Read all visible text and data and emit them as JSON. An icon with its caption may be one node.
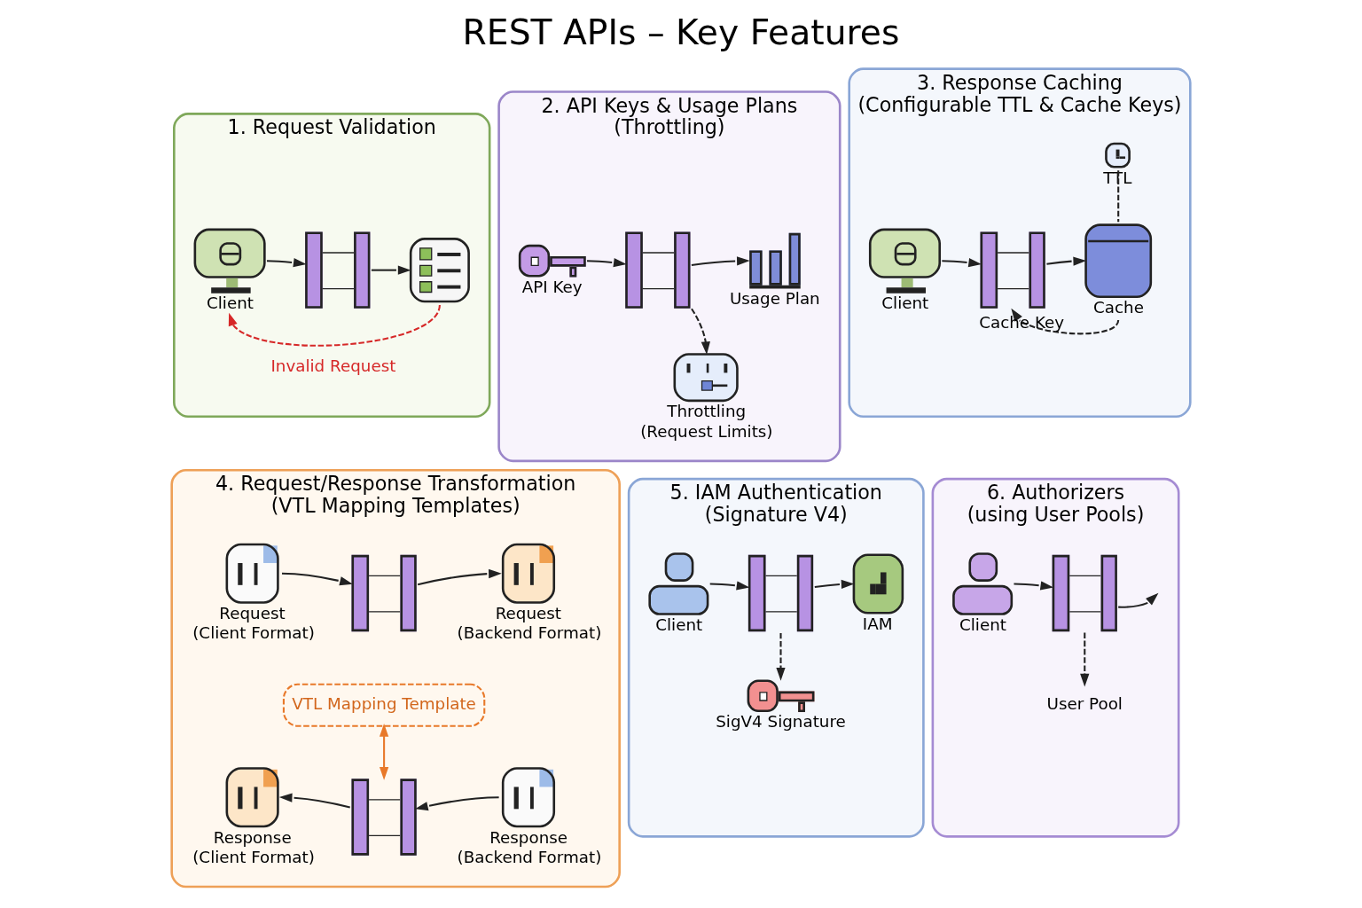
{
  "diagram": {
    "title": "REST APIs – Key Features",
    "nodes": [
      {
        "text": [
          "1. Request Validation"
        ]
      },
      {
        "text": [],
        "shape": "picture",
        "beside": [
          "Client"
        ],
        "in": 0
      },
      {
        "text": [],
        "shape": "picture",
        "in": 0
      },
      {
        "text": [],
        "shape": "picture",
        "in": 0
      },
      {
        "text": [
          "2. API Keys & Usage Plans",
          "(Throttling)"
        ]
      },
      {
        "text": [],
        "shape": "picture",
        "beside": [
          "API Key"
        ],
        "in": 4
      },
      {
        "text": [],
        "shape": "picture",
        "in": 4
      },
      {
        "text": [],
        "shape": "picture",
        "beside": [
          "Usage Plan"
        ],
        "in": 4
      },
      {
        "text": [],
        "shape": "picture",
        "beside": [
          "Throttling",
          "(Request Limits)"
        ],
        "in": 4
      },
      {
        "text": [
          "3. Response Caching",
          "(Configurable TTL & Cache Keys)"
        ]
      },
      {
        "text": [],
        "shape": "picture",
        "beside": [
          "Client"
        ],
        "in": 9
      },
      {
        "text": [],
        "shape": "picture",
        "in": 9
      },
      {
        "text": [],
        "shape": "picture",
        "beside": [
          "TTL"
        ],
        "in": 9
      },
      {
        "text": [],
        "shape": "cylinder",
        "beside": [
          "Cache"
        ],
        "in": 9
      },
      {
        "text": [
          "4. Request/Response Transformation",
          "(VTL Mapping Templates)"
        ]
      },
      {
        "text": [],
        "shape": "picture",
        "beside": [
          "Request",
          "(Client Format)"
        ],
        "in": 14
      },
      {
        "text": [],
        "shape": "picture",
        "in": 14
      },
      {
        "text": [],
        "shape": "picture",
        "beside": [
          "Request",
          "(Backend Format)"
        ],
        "in": 14
      },
      {
        "text": [
          "VTL Mapping Template"
        ],
        "in": 14
      },
      {
        "text": [],
        "shape": "picture",
        "beside": [
          "Response",
          "(Client Format)"
        ],
        "in": 14
      },
      {
        "text": [],
        "shape": "picture",
        "in": 14
      },
      {
        "text": [],
        "shape": "picture",
        "beside": [
          "Response",
          "(Backend Format)"
        ],
        "in": 14
      },
      {
        "text": [
          "5. IAM Authentication",
          "(Signature V4)"
        ]
      },
      {
        "text": [],
        "shape": "person",
        "beside": [
          "Client"
        ],
        "in": 22
      },
      {
        "text": [],
        "shape": "picture",
        "in": 22
      },
      {
        "text": [],
        "shape": "picture",
        "beside": [
          "IAM"
        ],
        "in": 22
      },
      {
        "text": [],
        "shape": "picture",
        "beside": [
          "SigV4 Signature"
        ],
        "in": 22
      },
      {
        "text": [
          "6. Authorizers",
          "(using User Pools)"
        ]
      },
      {
        "text": [],
        "shape": "person",
        "beside": [
          "Client"
        ],
        "in": 27
      },
      {
        "text": [],
        "shape": "picture",
        "in": 27
      },
      {
        "text": [
          "User Pool"
        ],
        "in": 27
      }
    ],
    "edges": [
      {
        "from": 1,
        "to": 2,
        "arrow": "to"
      },
      {
        "from": 2,
        "to": 3,
        "arrow": "to"
      },
      {
        "from": 3,
        "to": 1,
        "arrow": "to",
        "style": "dashed",
        "color": "#d62828",
        "label": "Invalid Request"
      },
      {
        "from": 5,
        "to": 6,
        "arrow": "to"
      },
      {
        "from": 6,
        "to": 7,
        "arrow": "to"
      },
      {
        "from": 6,
        "to": 8,
        "arrow": "to",
        "style": "dashed"
      },
      {
        "from": 10,
        "to": 11,
        "arrow": "to"
      },
      {
        "from": 11,
        "to": 13,
        "arrow": "to"
      },
      {
        "from": 12,
        "to": 13,
        "arrow": "none",
        "style": "dashed"
      },
      {
        "from": 13,
        "to": 11,
        "arrow": "to",
        "style": "dashed",
        "label": "Cache Key"
      },
      {
        "from": 15,
        "to": 16,
        "arrow": "to"
      },
      {
        "from": 16,
        "to": 17,
        "arrow": "to"
      },
      {
        "from": 21,
        "to": 20,
        "arrow": "to"
      },
      {
        "from": 20,
        "to": 19,
        "arrow": "to"
      },
      {
        "from": 18,
        "to": 20,
        "arrow": "both",
        "color": "#e8792a"
      },
      {
        "from": 23,
        "to": 24,
        "arrow": "to"
      },
      {
        "from": 24,
        "to": 25,
        "arrow": "to"
      },
      {
        "from": 24,
        "to": 26,
        "arrow": "to",
        "style": "dashed"
      },
      {
        "from": 28,
        "to": 29,
        "arrow": "to"
      },
      {
        "from": 29,
        "to": null,
        "arrow": "to"
      },
      {
        "from": 29,
        "to": 30,
        "arrow": "to",
        "style": "dashed"
      }
    ]
  }
}
